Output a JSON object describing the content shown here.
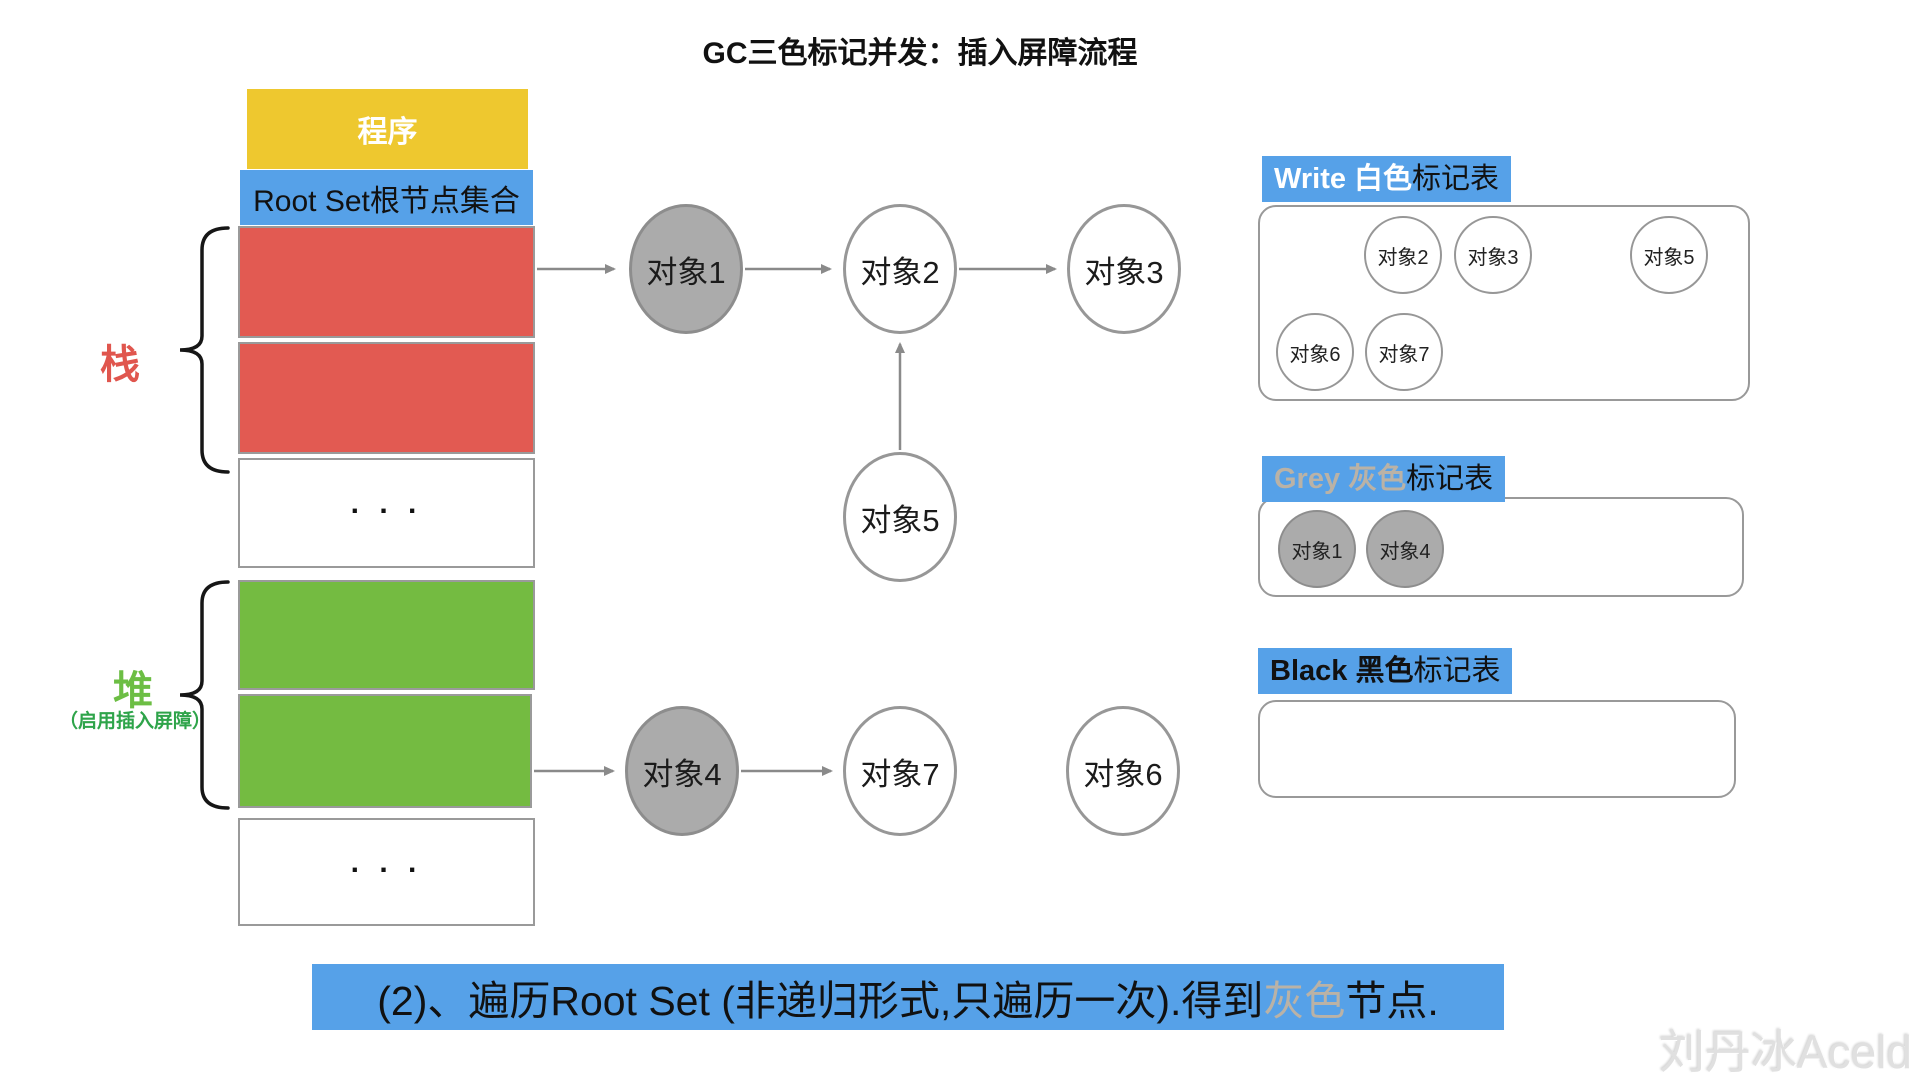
{
  "title": "GC三色标记并发：插入屏障流程",
  "memory": {
    "program_label": "程序",
    "rootset_label": "Root Set根节点集合",
    "stack_label": "栈",
    "heap_label": "堆",
    "heap_sublabel": "（启用插入屏障）",
    "ellipsis": ". . ."
  },
  "graph": {
    "nodes": [
      {
        "id": "obj1",
        "label": "对象1",
        "color": "grey"
      },
      {
        "id": "obj2",
        "label": "对象2",
        "color": "white"
      },
      {
        "id": "obj3",
        "label": "对象3",
        "color": "white"
      },
      {
        "id": "obj4",
        "label": "对象4",
        "color": "grey"
      },
      {
        "id": "obj5",
        "label": "对象5",
        "color": "white"
      },
      {
        "id": "obj6",
        "label": "对象6",
        "color": "white"
      },
      {
        "id": "obj7",
        "label": "对象7",
        "color": "white"
      }
    ]
  },
  "tables": {
    "white": {
      "title_highlight": "Write 白色",
      "title_rest": "标记表",
      "items": [
        {
          "label": "对象2"
        },
        {
          "label": "对象3"
        },
        {
          "label": "对象5"
        },
        {
          "label": "对象6"
        },
        {
          "label": "对象7"
        }
      ]
    },
    "grey": {
      "title_highlight": "Grey 灰色",
      "title_rest": "标记表",
      "items": [
        {
          "label": "对象1"
        },
        {
          "label": "对象4"
        }
      ]
    },
    "black": {
      "title_highlight": "Black 黑色",
      "title_rest": "标记表",
      "items": []
    }
  },
  "caption": {
    "prefix": "(2)、遍历Root Set (非递归形式,只遍历一次).得到",
    "highlight": "灰色",
    "suffix": "节点."
  },
  "watermark": "刘丹冰Aceld",
  "colors": {
    "highlight_blue": "#56A1E8",
    "program_yellow": "#EEC82F",
    "stack_red": "#E25A52",
    "heap_green": "#74BB41",
    "grey_node": "#ABABAB",
    "grey_text": "#BAB2A6"
  }
}
